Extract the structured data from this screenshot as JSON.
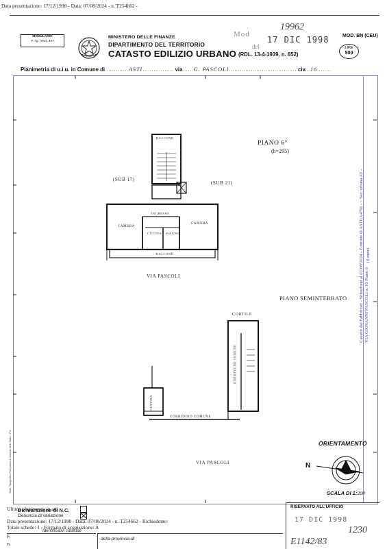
{
  "header": {
    "topline": "Data presentazione: 17/12/1998 - Data: 07/08/2024 - n. T254662 -",
    "modulario_line1": "MODULARIO",
    "modulario_line2": "F. rig. rend. 497",
    "ministry": "MINISTERO DELLE FINANZE",
    "department": "DIPARTIMENTO DEL TERRITORIO",
    "title": "CATASTO EDILIZIO URBANO",
    "rdl": "(RDL. 13-4-1939, n. 652)",
    "mod_code": "MOD. BN (CEU)",
    "lire_label": "LIRE",
    "lire_value": "500",
    "stamp_mod": "Mod",
    "stamp_del": "del",
    "stamp_number": "19962",
    "stamp_date": "17 DIC 1998"
  },
  "plan_row": {
    "label": "Planimetria di u.i.u. in Comune di",
    "comune": "ASTI",
    "via_label": "via",
    "via": "G. PASCOLI",
    "civ_label": "civ.",
    "civ": "16"
  },
  "drawing": {
    "piano_top": "PIANO 6°",
    "piano_top_h": "(h=295)",
    "sub_left": "(SUB 17)",
    "sub_right": "(SUB 21)",
    "balcone_top": "BALCONE",
    "room_camera_left": "CAMERA",
    "room_camera_right": "CAMERA",
    "room_cucina": "CUCINA",
    "room_bagno": "BAGNO",
    "room_ingresso": "INGRESSO",
    "balcone_bottom": "BALCONE",
    "street_top": "VIA PASCOLI",
    "piano_semi": "PIANO SEMINTERRATO",
    "cortile": "CORTILE",
    "cantina_label": "CANTINA",
    "disimpegno_label": "DISIMPEGNO COMUNE",
    "corridoio": "CORRIDOIO COMUNE",
    "street_bottom": "VIA PASCOLI"
  },
  "orientation": {
    "label": "ORIENTAMENTO",
    "north": "N",
    "scale_label": "SCALA DI 1:",
    "scale_value": "200"
  },
  "margins": {
    "right_line1": "Catasto dei Fabbricati - Situazione al 07/08/2024 - Comune di ASTI(A479) - < Sez. urbana AT -",
    "right_line2": "VIA GIOVANNI PASCOLI n. 16 Piano 6",
    "right_scale": "10 metri",
    "left_vertical": "Stab. Tipografico Pampaloni & Zanella dello Stato - P.V."
  },
  "footer": {
    "ultima": "Ultima planimetria in atti",
    "dichiarazione": "Dichiarazione di N.C.",
    "denuncia": "Denuncia di variazione",
    "identificativi": "Identificativi catastali",
    "data_presentazione": "Data presentazione: 17/12/1998 - Data: 07/08/2024 - n. T254662 - Richiedente: ",
    "totale": "Totale schede: 1 - Formato di acquisizione: A",
    "provincia": "della provincia di",
    "riservato": "RISERVATO ALL'UFFICIO",
    "ris_date": "17 DIC 1998",
    "ris_hand": "E1142/83",
    "ris_hand2": "1230",
    "field_f": "F.",
    "field_n": "n."
  }
}
